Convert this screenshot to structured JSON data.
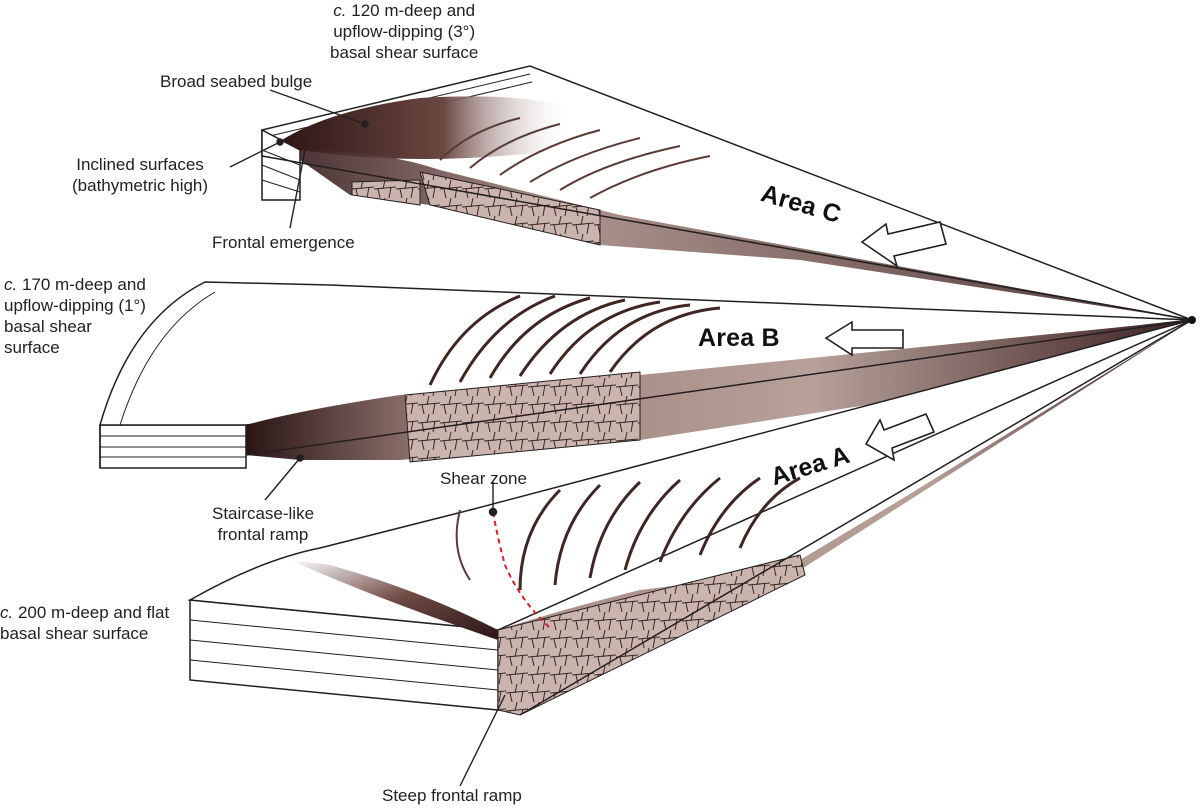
{
  "labels": {
    "area_c_depth": {
      "prefix": "c.",
      "line1": "120 m-deep and",
      "line2": "upflow-dipping (3°)",
      "line3": "basal shear surface"
    },
    "broad_bulge": "Broad seabed bulge",
    "inclined_1": "Inclined surfaces",
    "inclined_2": "(bathymetric high)",
    "frontal_emergence": "Frontal emergence",
    "area_b_depth": {
      "prefix": "c.",
      "line1": "170 m-deep and",
      "line2": "upflow-dipping (1°)",
      "line3": "basal shear",
      "line4": "surface"
    },
    "staircase_1": "Staircase-like",
    "staircase_2": "frontal ramp",
    "shear_zone": "Shear zone",
    "area_a_depth": {
      "prefix": "c.",
      "line1": "200 m-deep and flat",
      "line2": "basal shear surface"
    },
    "steep_ramp": "Steep frontal ramp"
  },
  "areas": {
    "a": "Area A",
    "b": "Area B",
    "c": "Area C"
  },
  "colors": {
    "dark": "#3a1f1f",
    "mid": "#8a6a64",
    "light": "#cdb8b2",
    "outline": "#231f20",
    "shear_zone_line": "#d2232a"
  }
}
